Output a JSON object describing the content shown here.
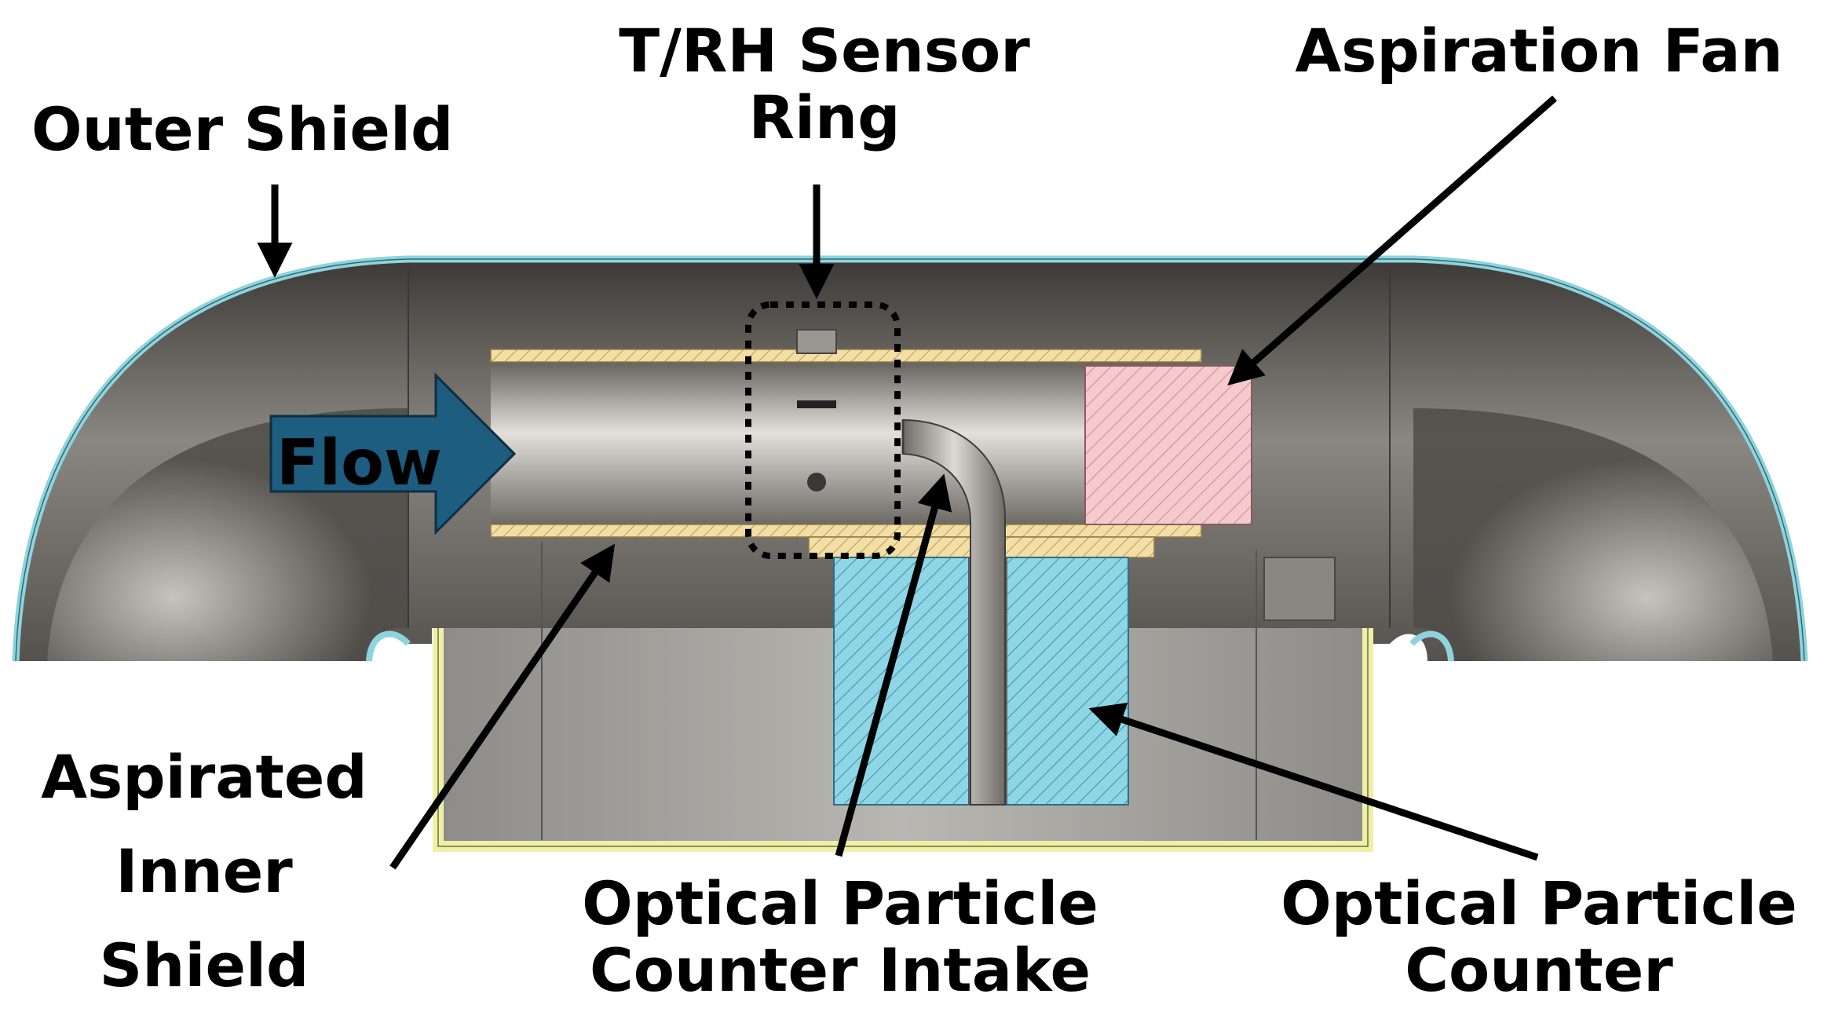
{
  "labels": {
    "outer_shield": "Outer Shield",
    "trh_sensor_ring": [
      "T/RH Sensor",
      "Ring"
    ],
    "aspiration_fan": "Aspiration Fan",
    "aspirated_inner_shield": [
      "Aspirated",
      "Inner",
      "Shield"
    ],
    "opc_intake": [
      "Optical Particle",
      "Counter Intake"
    ],
    "opc": [
      "Optical Particle",
      "Counter"
    ],
    "flow": "Flow"
  },
  "colors": {
    "outer_shield_edge": "#8fd3dc",
    "inner_shield_section": "#f3dfa6",
    "fan_section": "#f6c9cc",
    "opc_section": "#8ed6e6",
    "housing_section": "#eef0a8",
    "flow_arrow": "#1c5d80",
    "metal_dark": "#4a4744",
    "metal_light": "#d9d6d1"
  }
}
